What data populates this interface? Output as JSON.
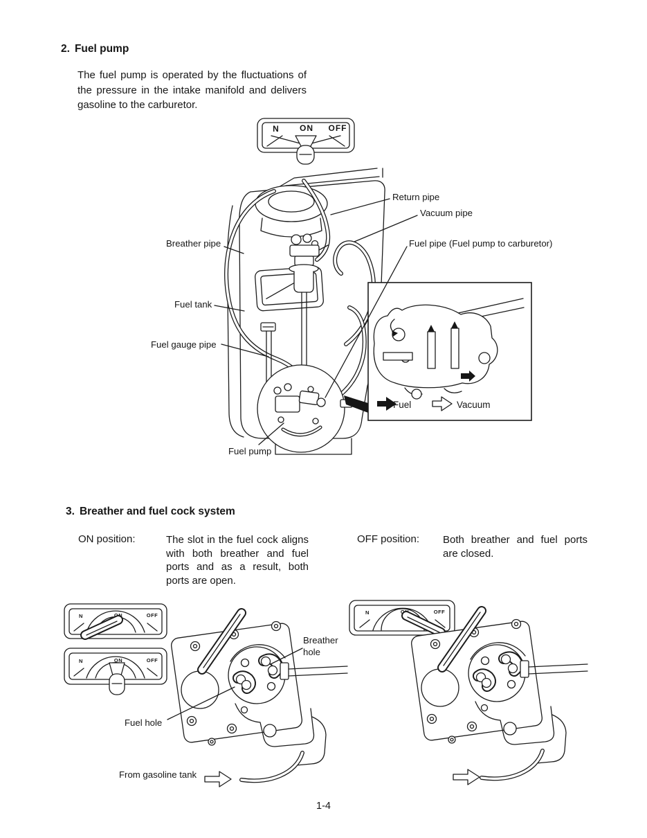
{
  "page": {
    "number": "1-4"
  },
  "section2": {
    "heading_num": "2.",
    "heading_title": "Fuel pump",
    "body": "The fuel pump is operated by the fluctuations of the pressure in the intake manifold and delivers gasoline to the carburetor."
  },
  "fuel_cock_switch": {
    "left": "N",
    "on": "ON",
    "off": "OFF"
  },
  "figure1": {
    "labels": {
      "return_pipe": "Return pipe",
      "vacuum_pipe": "Vacuum pipe",
      "fuel_pipe": "Fuel pipe (Fuel pump to carburetor)",
      "breather_pipe": "Breather pipe",
      "fuel_tank": "Fuel tank",
      "fuel_gauge_pipe": "Fuel gauge pipe",
      "fuel_pump": "Fuel pump"
    },
    "legend": {
      "fuel": "Fuel",
      "vacuum": "Vacuum"
    }
  },
  "section3": {
    "heading_num": "3.",
    "heading_title": "Breather and fuel cock system",
    "on_label": "ON position:",
    "on_text": "The slot in the fuel cock aligns with both breather and fuel ports and as a result, both ports are open.",
    "off_label": "OFF position:",
    "off_text": "Both breather and fuel ports are closed."
  },
  "figure2": {
    "labels": {
      "breather_hole": "Breather hole",
      "fuel_hole": "Fuel hole",
      "from_gasoline_tank": "From gasoline tank"
    }
  }
}
